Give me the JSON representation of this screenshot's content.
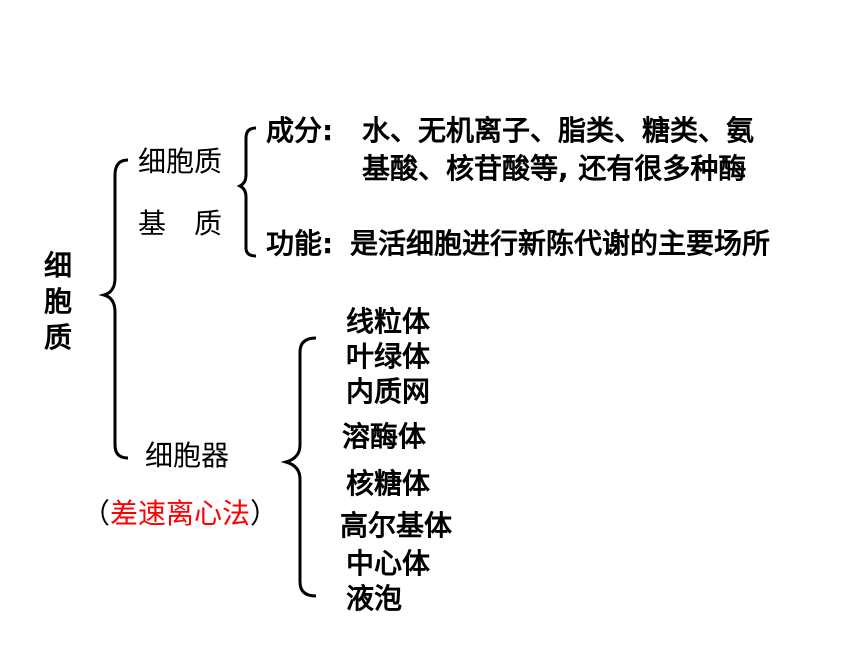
{
  "root": {
    "chars": [
      "细",
      "胞",
      "质"
    ]
  },
  "matrix": {
    "line1": "细胞质",
    "line2": "基　质",
    "composition_label": "成分:",
    "composition_line1": "水、无机离子、脂类、糖类、氨",
    "composition_line2": "基酸、核苷酸等, 还有很多种酶",
    "function_label": "功能:",
    "function_text": "是活细胞进行新陈代谢的主要场所"
  },
  "organelle": {
    "label": "细胞器",
    "method_open": "（",
    "method": "差速离心法",
    "method_close": "）",
    "items": [
      "线粒体",
      "叶绿体",
      "内质网",
      "溶酶体",
      "核糖体",
      "高尔基体",
      "中心体",
      "液泡"
    ]
  },
  "colors": {
    "text": "#000000",
    "highlight": "#ff0000",
    "background": "#ffffff"
  }
}
